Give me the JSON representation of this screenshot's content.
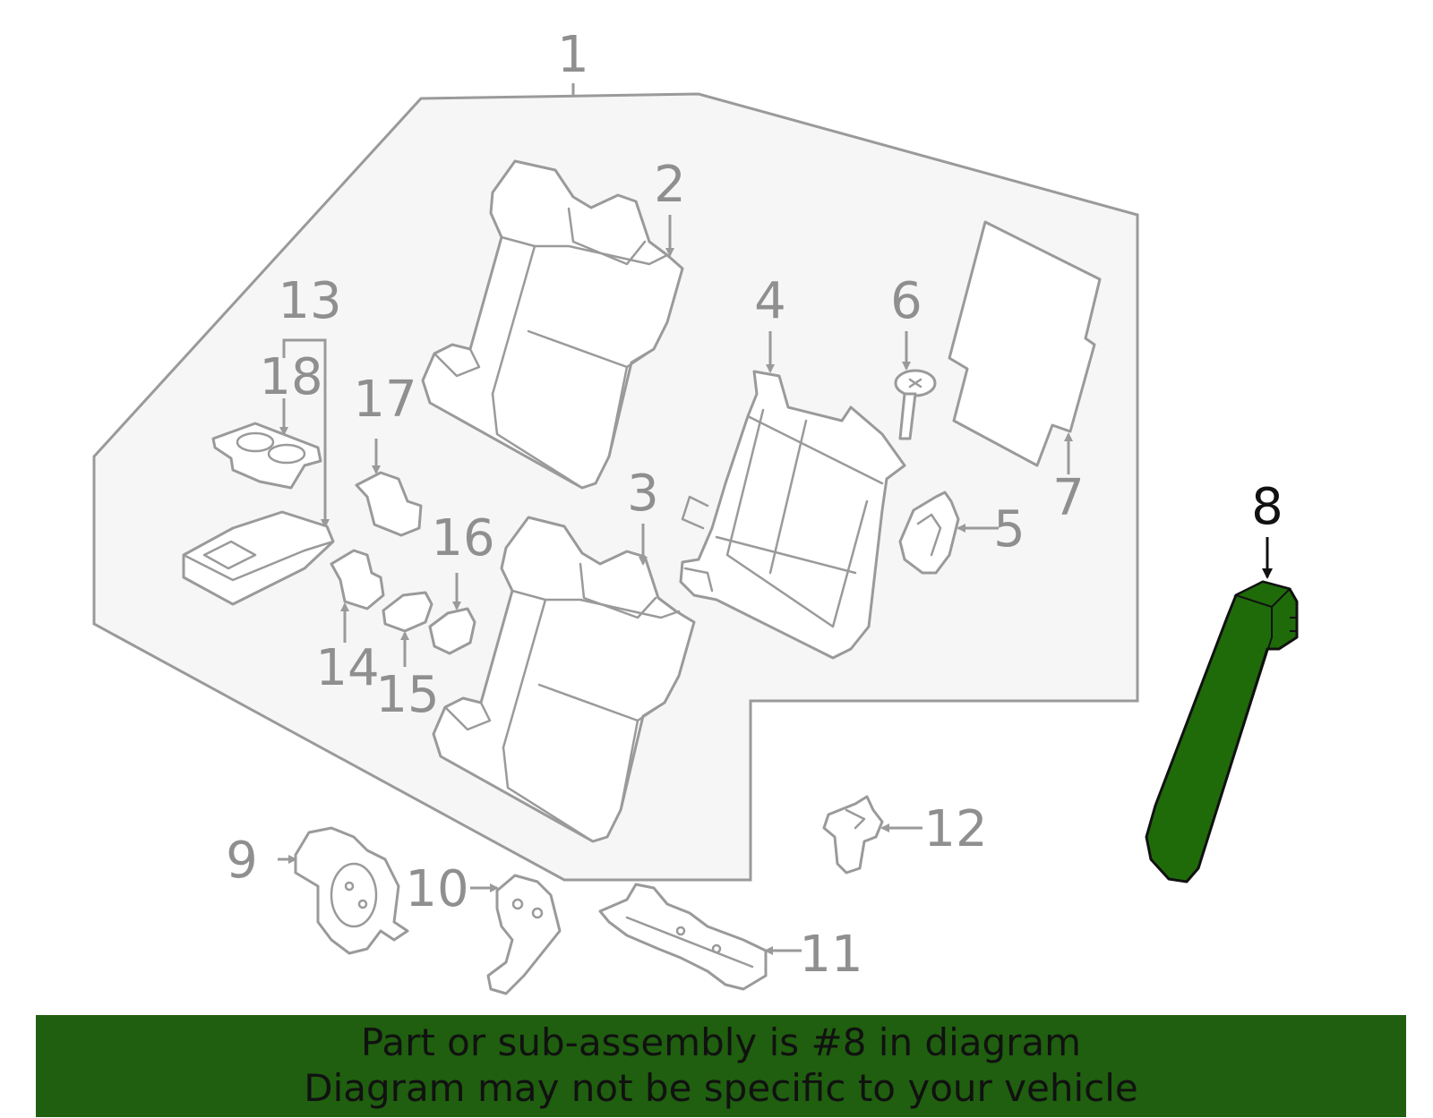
{
  "diagram": {
    "highlighted_part": "8",
    "highlight_color": "#1f6b0a",
    "banner_color": "#1f5f0f",
    "callouts": [
      {
        "id": "c1",
        "label": "1"
      },
      {
        "id": "c2",
        "label": "2"
      },
      {
        "id": "c3",
        "label": "3"
      },
      {
        "id": "c4",
        "label": "4"
      },
      {
        "id": "c5",
        "label": "5"
      },
      {
        "id": "c6",
        "label": "6"
      },
      {
        "id": "c7",
        "label": "7"
      },
      {
        "id": "c8",
        "label": "8"
      },
      {
        "id": "c9",
        "label": "9"
      },
      {
        "id": "c10",
        "label": "10"
      },
      {
        "id": "c11",
        "label": "11"
      },
      {
        "id": "c12",
        "label": "12"
      },
      {
        "id": "c13",
        "label": "13"
      },
      {
        "id": "c14",
        "label": "14"
      },
      {
        "id": "c15",
        "label": "15"
      },
      {
        "id": "c16",
        "label": "16"
      },
      {
        "id": "c17",
        "label": "17"
      },
      {
        "id": "c18",
        "label": "18"
      }
    ]
  },
  "banner": {
    "line1": "Part or sub-assembly is #8 in diagram",
    "line2": "Diagram may not be specific to your vehicle"
  }
}
